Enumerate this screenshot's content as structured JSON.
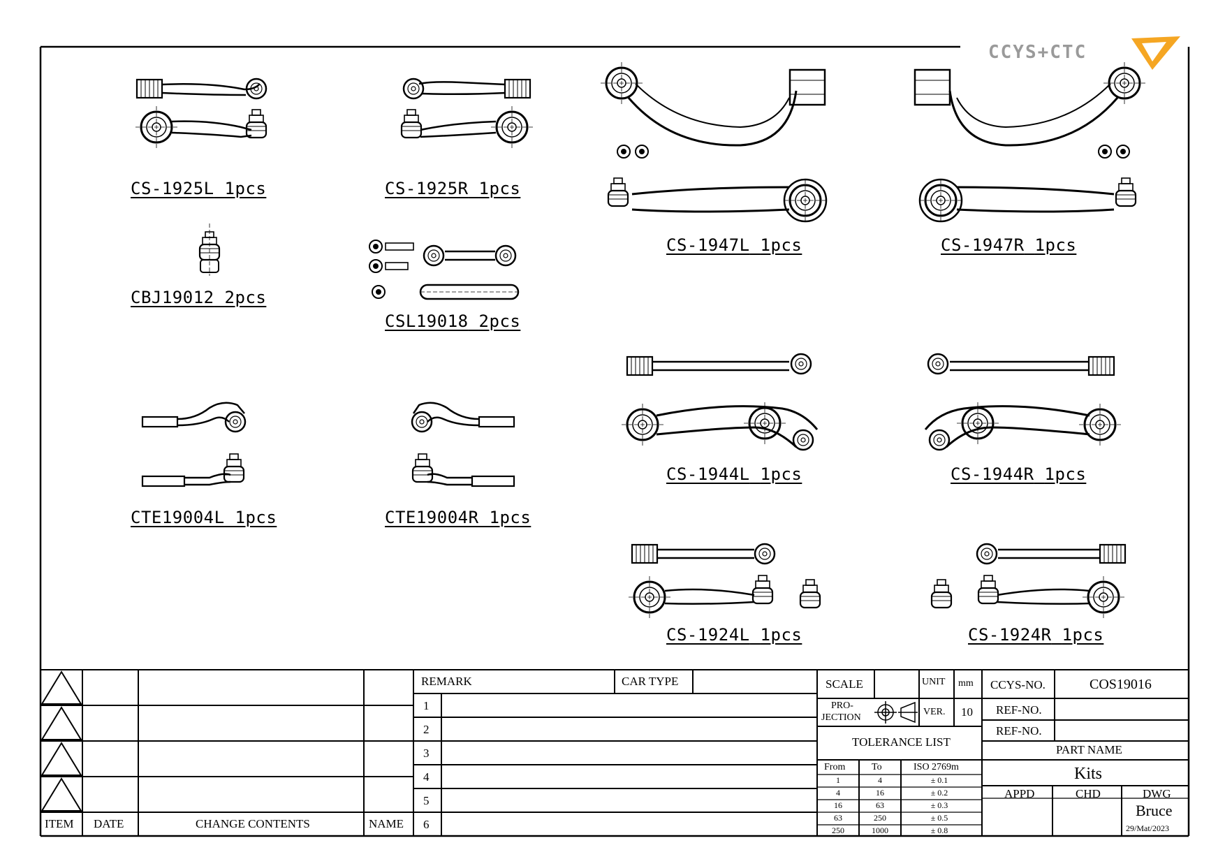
{
  "logo": {
    "text": "CCYS+CTC",
    "accent": "#f5a623"
  },
  "parts": [
    {
      "code": "CS-1925L",
      "qty": "1pcs"
    },
    {
      "code": "CS-1925R",
      "qty": "1pcs"
    },
    {
      "code": "CBJ19012",
      "qty": "2pcs"
    },
    {
      "code": "CSL19018",
      "qty": "2pcs"
    },
    {
      "code": "CTE19004L",
      "qty": "1pcs"
    },
    {
      "code": "CTE19004R",
      "qty": "1pcs"
    },
    {
      "code": "CS-1947L",
      "qty": "1pcs"
    },
    {
      "code": "CS-1947R",
      "qty": "1pcs"
    },
    {
      "code": "CS-1944L",
      "qty": "1pcs"
    },
    {
      "code": "CS-1944R",
      "qty": "1pcs"
    },
    {
      "code": "CS-1924L",
      "qty": "1pcs"
    },
    {
      "code": "CS-1924R",
      "qty": "1pcs"
    }
  ],
  "revision": {
    "headers": {
      "item": "ITEM",
      "date": "DATE",
      "change": "CHANGE CONTENTS",
      "name": "NAME"
    }
  },
  "remarks": {
    "remark_label": "REMARK",
    "car_type_label": "CAR TYPE",
    "rows": [
      "1",
      "2",
      "3",
      "4",
      "5",
      "6"
    ]
  },
  "titleblock": {
    "scale_label": "SCALE",
    "unit_label": "UNIT",
    "unit_value": "mm",
    "projection_label_1": "PRO-",
    "projection_label_2": "JECTION",
    "ver_label": "VER.",
    "ver_value": "10",
    "tolerance_title": "TOLERANCE LIST",
    "tolerance_headers": [
      "From",
      "To",
      "ISO 2769m"
    ],
    "tolerance_rows": [
      [
        "1",
        "4",
        "± 0.1"
      ],
      [
        "4",
        "16",
        "± 0.2"
      ],
      [
        "16",
        "63",
        "± 0.3"
      ],
      [
        "63",
        "250",
        "± 0.5"
      ],
      [
        "250",
        "1000",
        "± 0.8"
      ]
    ],
    "ccys_no_label": "CCYS-NO.",
    "ccys_no_value": "COS19016",
    "ref_no_label_1": "REF-NO.",
    "ref_no_label_2": "REF-NO.",
    "part_name_label": "PART NAME",
    "part_name_value": "Kits",
    "appd_label": "APPD",
    "chd_label": "CHD",
    "dwg_label": "DWG",
    "dwg_value": "Bruce",
    "date_value": "29/Mat/2023"
  }
}
